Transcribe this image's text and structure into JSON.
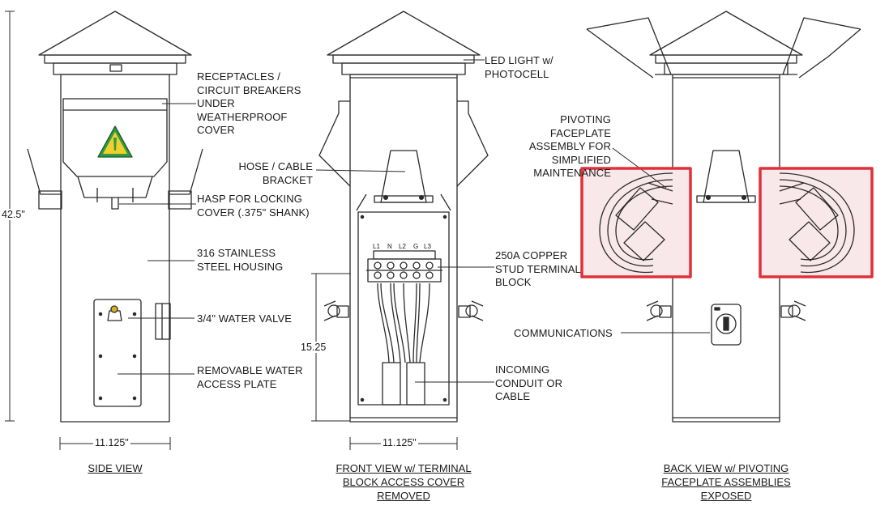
{
  "views": {
    "side": {
      "caption": "SIDE VIEW",
      "height_dim": "42.5\"",
      "width_dim": "11.125\"",
      "labels": {
        "receptacles": "RECEPTACLES /\nCIRCUIT BREAKERS\nUNDER\nWEATHERPROOF\nCOVER",
        "hasp": "HASP FOR LOCKING\nCOVER (.375\" SHANK)",
        "housing": "316 STAINLESS\nSTEEL HOUSING",
        "water_valve": "3/4\" WATER VALVE",
        "access_plate": "REMOVABLE WATER\nACCESS PLATE"
      }
    },
    "front": {
      "caption": "FRONT VIEW w/ TERMINAL\nBLOCK ACCESS COVER\nREMOVED",
      "height_dim": "15.25",
      "width_dim": "11.125\"",
      "terminals": [
        "L1",
        "N",
        "L2",
        "G",
        "L3"
      ],
      "labels": {
        "led": "LED LIGHT w/\nPHOTOCELL",
        "bracket": "HOSE / CABLE\nBRACKET",
        "terminal_block": "250A COPPER\nSTUD TERMINAL\nBLOCK",
        "conduit": "INCOMING\nCONDUIT OR\nCABLE"
      }
    },
    "back": {
      "caption": "BACK  VIEW w/ PIVOTING\nFACEPLATE ASSEMBLIES\nEXPOSED",
      "labels": {
        "pivoting": "PIVOTING\nFACEPLATE\nASSEMBLY FOR\nSIMPLIFIED\nMAINTENANCE",
        "communications": "COMMUNICATIONS"
      }
    }
  },
  "highlight_color": "#e0303a",
  "line_color": "#2a2a2a"
}
